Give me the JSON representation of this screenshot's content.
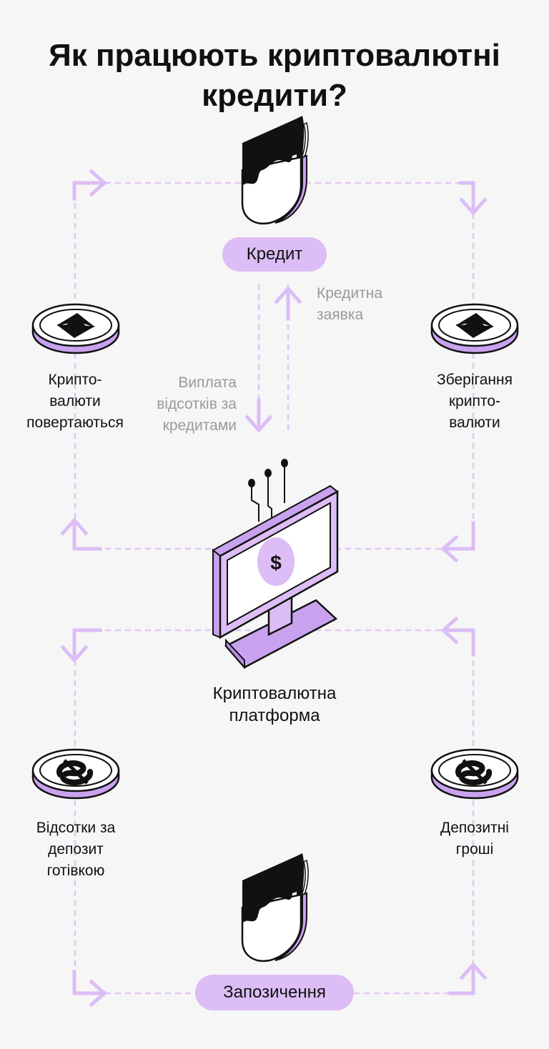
{
  "title": "Як працюють криптовалютні кредити?",
  "nodes": {
    "credit": "Кредит",
    "borrowing": "Запозичення",
    "platform": [
      "Криптовалютна",
      "платформа"
    ]
  },
  "labels": {
    "crypto_returned": [
      "Крипто-",
      "валюти",
      "повертаються"
    ],
    "crypto_storage": [
      "Зберігання",
      "крипто-",
      "валюти"
    ],
    "cash_interest": [
      "Відсотки за",
      "депозит",
      "готівкою"
    ],
    "deposit_money": [
      "Депозитні",
      "гроші"
    ],
    "credit_application": [
      "Кредитна",
      "заявка"
    ],
    "interest_payment": [
      "Виплата",
      "відсотків за",
      "кредитами"
    ]
  },
  "icons": {
    "screen_symbol": "$",
    "coin_top": "ethereum-icon",
    "coin_bottom": "dollar-icon",
    "person": "person-head-icon",
    "platform": "monitor-icon"
  },
  "colors": {
    "accent": "#dcbdf5",
    "accent_dark": "#b98de6",
    "line": "#e2c6f6",
    "background": "#f6f6f6"
  }
}
